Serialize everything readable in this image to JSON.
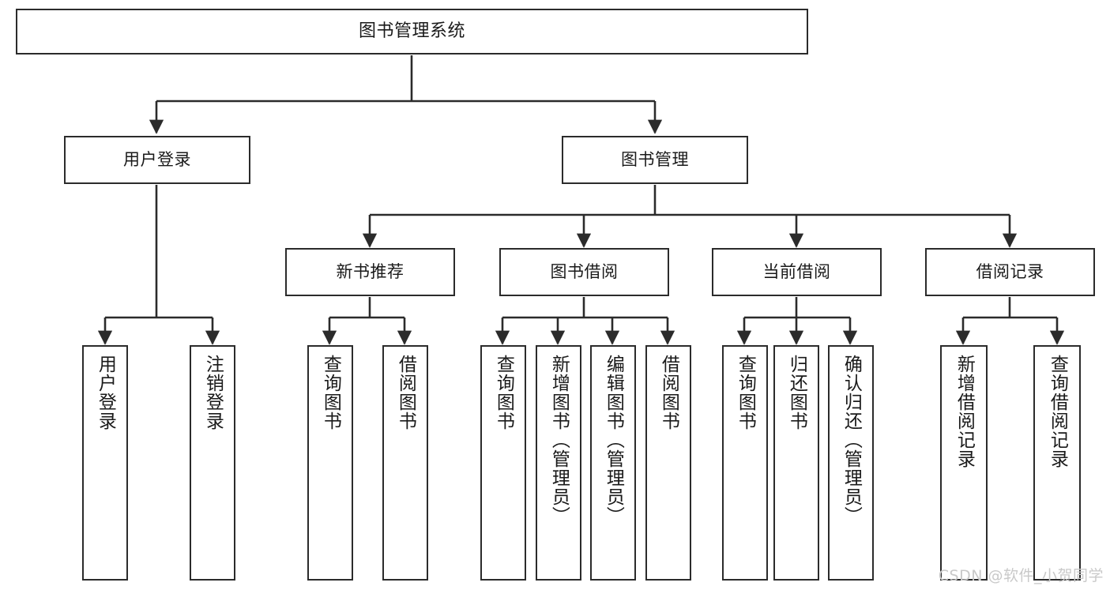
{
  "diagram": {
    "title": "图书管理系统",
    "type": "hierarchy-tree",
    "watermark": "CSDN @软件_小贺同学",
    "nodes": {
      "root": {
        "label": "图书管理系统"
      },
      "level2": [
        {
          "id": "user-login",
          "label": "用户登录"
        },
        {
          "id": "book-manage",
          "label": "图书管理"
        }
      ],
      "level3": [
        {
          "id": "new-book-recommend",
          "label": "新书推荐"
        },
        {
          "id": "book-borrow",
          "label": "图书借阅"
        },
        {
          "id": "current-borrow",
          "label": "当前借阅"
        },
        {
          "id": "borrow-record",
          "label": "借阅记录"
        }
      ],
      "leaves": [
        {
          "id": "leaf-user-login",
          "label": "用户登录",
          "parent": "user-login"
        },
        {
          "id": "leaf-logout",
          "label": "注销登录",
          "parent": "user-login"
        },
        {
          "id": "leaf-query-book-1",
          "label": "查询图书",
          "parent": "new-book-recommend"
        },
        {
          "id": "leaf-borrow-book-1",
          "label": "借阅图书",
          "parent": "new-book-recommend"
        },
        {
          "id": "leaf-query-book-2",
          "label": "查询图书",
          "parent": "book-borrow"
        },
        {
          "id": "leaf-add-book",
          "label": "新增图书（管理员）",
          "parent": "book-borrow"
        },
        {
          "id": "leaf-edit-book",
          "label": "编辑图书（管理员）",
          "parent": "book-borrow"
        },
        {
          "id": "leaf-borrow-book-2",
          "label": "借阅图书",
          "parent": "book-borrow"
        },
        {
          "id": "leaf-query-book-3",
          "label": "查询图书",
          "parent": "current-borrow"
        },
        {
          "id": "leaf-return-book",
          "label": "归还图书",
          "parent": "current-borrow"
        },
        {
          "id": "leaf-confirm-return",
          "label": "确认归还（管理员）",
          "parent": "current-borrow"
        },
        {
          "id": "leaf-add-record",
          "label": "新增借阅记录",
          "parent": "borrow-record"
        },
        {
          "id": "leaf-query-record",
          "label": "查询借阅记录",
          "parent": "borrow-record"
        }
      ]
    },
    "colors": {
      "box_border": "#2b2b2b",
      "box_fill": "#ffffff",
      "connector": "#2b2b2b",
      "text": "#1a1a1a",
      "watermark": "#c9c9c9"
    }
  }
}
